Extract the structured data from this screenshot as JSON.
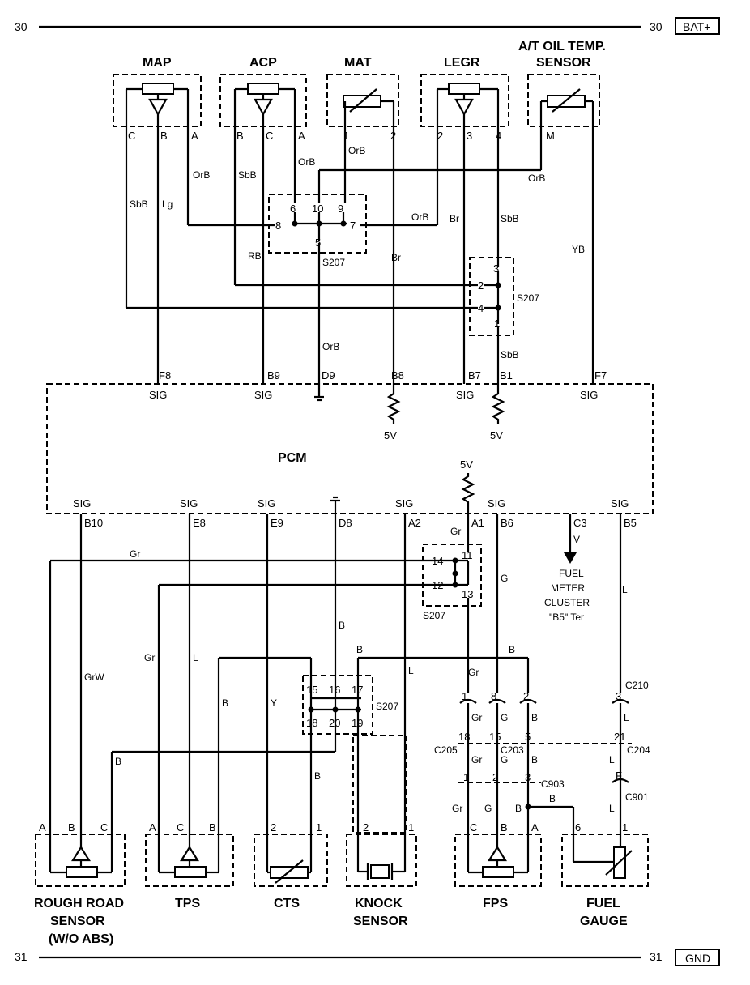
{
  "rails": {
    "top_left": "30",
    "top_right": "30",
    "top_tag": "BAT+",
    "bottom_left": "31",
    "bottom_right": "31",
    "bottom_tag": "GND"
  },
  "components": {
    "map": "MAP",
    "acp": "ACP",
    "mat": "MAT",
    "legr": "LEGR",
    "at_oil_1": "A/T OIL TEMP.",
    "at_oil_2": "SENSOR",
    "pcm": "PCM",
    "rough_1": "ROUGH ROAD",
    "rough_2": "SENSOR",
    "rough_3": "(W/O ABS)",
    "tps": "TPS",
    "cts": "CTS",
    "knock_1": "KNOCK",
    "knock_2": "SENSOR",
    "fps": "FPS",
    "fuel_1": "FUEL",
    "fuel_2": "GAUGE"
  },
  "splice": "S207",
  "fuel_meter": {
    "l1": "FUEL",
    "l2": "METER",
    "l3": "CLUSTER",
    "l4": "\"B5\" Ter"
  },
  "wires": {
    "OrB": "OrB",
    "SbB": "SbB",
    "Lg": "Lg",
    "Br": "Br",
    "RB": "RB",
    "YB": "YB",
    "Gr": "Gr",
    "GrW": "GrW",
    "L": "L",
    "B": "B",
    "Y": "Y",
    "G": "G",
    "V": "V"
  },
  "pcm_pins": {
    "top": [
      "F8",
      "B9",
      "D9",
      "B8",
      "B7",
      "B1",
      "F7"
    ],
    "bottom": [
      "B10",
      "E8",
      "E9",
      "D8",
      "A2",
      "A1",
      "B6",
      "C3",
      "B5"
    ],
    "sig": "SIG",
    "v5": "5V"
  },
  "connectors": [
    "C210",
    "C204",
    "C205",
    "C203",
    "C903",
    "C901"
  ],
  "pins": {
    "abc": [
      "A",
      "B",
      "C"
    ],
    "nums": [
      "1",
      "2",
      "3",
      "4",
      "5",
      "6",
      "7",
      "8",
      "9",
      "10",
      "11",
      "12",
      "13",
      "14",
      "15",
      "16",
      "17",
      "18",
      "19",
      "20",
      "21"
    ],
    "M": "M",
    "L": "L",
    "F": "F"
  }
}
